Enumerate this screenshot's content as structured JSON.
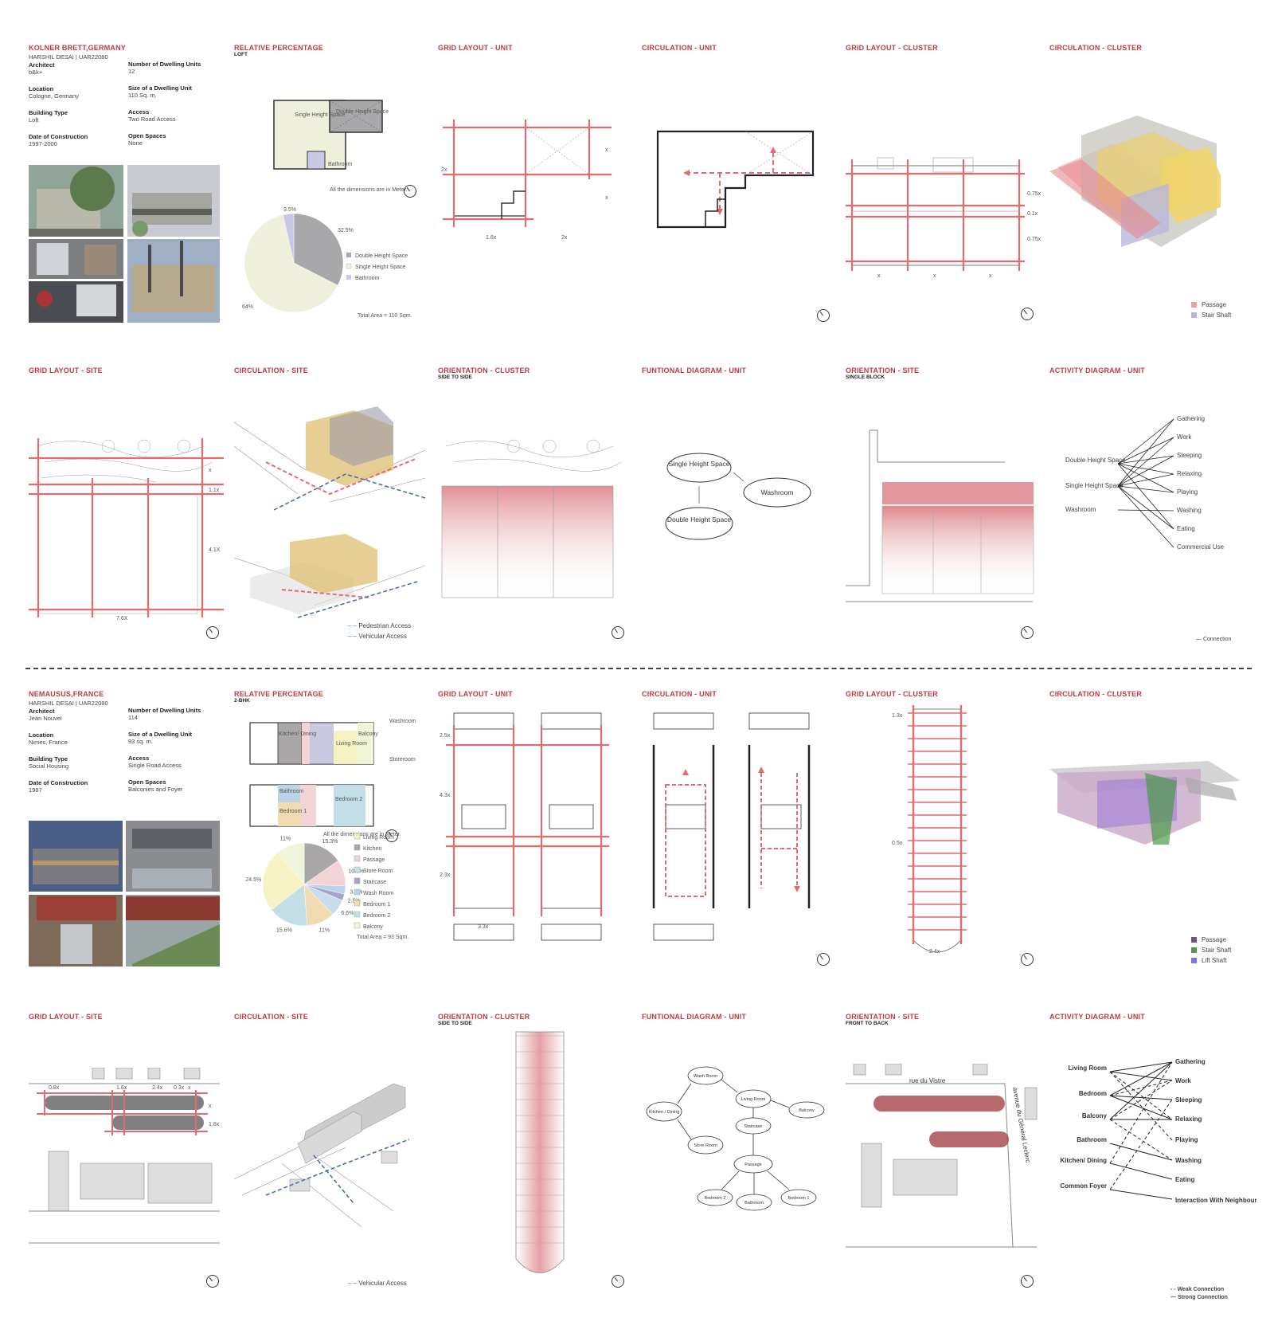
{
  "project1": {
    "title": "KOLNER BRETT,GERMANY",
    "author": "HARSHIL DESAI | UAR22080",
    "architect_label": "Architect",
    "architect": "b&k+",
    "location_label": "Location",
    "location": "Cologne, Germany",
    "building_type_label": "Building Type",
    "building_type": "Loft",
    "date_label": "Date of Construction",
    "date": "1997-2000",
    "units_label": "Number of Dwelling Units",
    "units": "12",
    "size_label": "Size of a Dwelling Unit",
    "size": "110 Sq. m.",
    "access_label": "Access",
    "access": "Two Road Access",
    "open_label": "Open Spaces",
    "open": "None",
    "panels": {
      "relative": "RELATIVE PERCENTAGE",
      "relative_sub": "LOFT",
      "grid_unit": "GRID LAYOUT - UNIT",
      "circ_unit": "CIRCULATION - UNIT",
      "grid_cluster": "GRID LAYOUT - CLUSTER",
      "circ_cluster": "CIRCULATION - CLUSTER",
      "grid_site": "GRID LAYOUT - SITE",
      "circ_site": "CIRCULATION - SITE",
      "orient_cluster": "ORIENTATION - CLUSTER",
      "orient_cluster_sub": "SIDE TO SIDE",
      "func": "FUNTIONAL DIAGRAM - UNIT",
      "orient_site": "ORIENTATION - SITE",
      "orient_site_sub": "SINGLE BLOCK",
      "activity": "ACTIVITY DIAGRAM - UNIT"
    },
    "plan_labels": {
      "single": "Single Height Space",
      "double": "Double Height Space",
      "bath": "Bathroom",
      "note": "All the dimensions are in Meter."
    },
    "pie": {
      "values": [
        32.5,
        64,
        3.5
      ],
      "labels": [
        "32.5%",
        "64%",
        "3.5%"
      ],
      "legend": [
        "Double Height Space",
        "Single Height Space",
        "Bathroom"
      ],
      "colors": [
        "#a8a8aa",
        "#eef0dc",
        "#c9c8e6"
      ],
      "total": "Total Area = 110 Sqm."
    },
    "grid_unit_dims": {
      "a": "1.6x",
      "b": "2x",
      "c": "2x",
      "d": "x",
      "e": "x"
    },
    "grid_cluster_dims": {
      "r1": "0.75x",
      "r2": "0.1x",
      "r3": "0.75x",
      "c": "x"
    },
    "circ_cluster_legend": [
      "Passage",
      "Stair Shaft"
    ],
    "grid_site_dims": {
      "w": "7.6X",
      "h1": "1.1x",
      "h2": "4.1X",
      "h0": "x"
    },
    "circ_site_legend": [
      "Pedestrian Access",
      "Vehicular Access"
    ],
    "func_nodes": [
      "Single Height Space",
      "Washroom",
      "Double Height Space"
    ],
    "activity_left": [
      "Double  Height Space",
      "Single  Height Space",
      "Washroom"
    ],
    "activity_right": [
      "Gathering",
      "Work",
      "Sleeping",
      "Relaxing",
      "Playing",
      "Washing",
      "Eating",
      "Commercial Use"
    ],
    "activity_legend": "Connection"
  },
  "project2": {
    "title": "NEMAUSUS,FRANCE",
    "author": "HARSHIL DESAI | UAR22080",
    "architect_label": "Architect",
    "architect": "Jean Nouvel",
    "location_label": "Location",
    "location": "Nimes, France",
    "building_type_label": "Building Type",
    "building_type": "Social Housing",
    "date_label": "Date of Construction",
    "date": "1987",
    "units_label": "Number of Dwelling Units",
    "units": "114",
    "size_label": "Size of a Dwelling Unit",
    "size": "93 sq. m.",
    "access_label": "Access",
    "access": "Single Road Access",
    "open_label": "Open Spaces",
    "open": "Balconies and Foyer",
    "panels": {
      "relative": "RELATIVE PERCENTAGE",
      "relative_sub": "2-BHK",
      "grid_unit": "GRID LAYOUT - UNIT",
      "circ_unit": "CIRCULATION - UNIT",
      "grid_cluster": "GRID LAYOUT - CLUSTER",
      "circ_cluster": "CIRCULATION - CLUSTER",
      "grid_site": "GRID LAYOUT - SITE",
      "circ_site": "CIRCULATION - SITE",
      "orient_cluster": "ORIENTATION - CLUSTER",
      "orient_cluster_sub": "SIDE TO SIDE",
      "func": "FUNTIONAL DIAGRAM - UNIT",
      "orient_site": "ORIENTATION - SITE",
      "orient_site_sub": "FRONT TO BACK",
      "activity": "ACTIVITY DIAGRAM - UNIT"
    },
    "plan_labels": {
      "kitchen": "Kitchen/ Dining",
      "living": "Living Room",
      "balcony": "Balcony",
      "washroom": "Washroom",
      "storeroom": "Storeroom",
      "bathroom": "Bathroom",
      "bedroom1": "Bedroom 1",
      "bedroom2": "Bedroom 2",
      "note": "All the dimensions are in Meter."
    },
    "pie": {
      "values": [
        15.3,
        10.3,
        3.2,
        2.5,
        6.6,
        11,
        15.6,
        24.5,
        11
      ],
      "labels": [
        "15.3%",
        "10.3%",
        "3.2%",
        "2.5%",
        "6.6%",
        "11%",
        "15.6%",
        "24.5%",
        "11%"
      ],
      "legend": [
        "Living Room",
        "Kitchen",
        "Passage",
        "Store Room",
        "Staircase",
        "Wash Room",
        "Bedroom 1",
        "Bedroom 2",
        "Balcony"
      ],
      "legend_colors": [
        "#f3eebd",
        "#a9a7a8",
        "#f2d3d6",
        "#c9dceb",
        "#a6a4c9",
        "#b8d4e6",
        "#f1dcb2",
        "#c2dfe8",
        "#eef5d8"
      ],
      "colors": [
        "#a9a7a8",
        "#f2d3d6",
        "#b8d4e6",
        "#a6a4c9",
        "#c9dceb",
        "#f1dcb2",
        "#c2dfe8",
        "#f6f2c4",
        "#eef5d8"
      ],
      "total": "Total Area = 93 Sqm."
    },
    "grid_unit_dims": {
      "a": "2.5x",
      "b": "4.3x",
      "c": "2.3x",
      "w": "3.3x"
    },
    "grid_cluster_dims": {
      "a": "1.3x",
      "b": "0.5x",
      "c": "2.4x"
    },
    "circ_cluster_legend": [
      "Passage",
      "Stair Shaft",
      "Lift Shaft"
    ],
    "grid_site_dims": {
      "a": "0.8x",
      "b": "1.6x",
      "c": "2.4x",
      "d": "0.3x",
      "e": "x",
      "f": "x",
      "g": "1.8x"
    },
    "circ_site_legend": [
      "Vehicular Access"
    ],
    "func_nodes": [
      "Wash Room",
      "Living Room",
      "Kitchen / Dining",
      "Balcony",
      "Staircase",
      "Store Room",
      "Passage",
      "Bedroom 2",
      "Bathroom",
      "Bedroom 1"
    ],
    "street1": "rue du Vistre",
    "street2": "avenue du Général Leclerc",
    "activity_left": [
      "Living Room",
      "Bedroom",
      "Balcony",
      "Bathroom",
      "Kitchen/ Dining",
      "Common Foyer"
    ],
    "activity_right": [
      "Gathering",
      "Work",
      "Sleeping",
      "Relaxing",
      "Playing",
      "Washing",
      "Eating",
      "Interaction With Neighbour"
    ],
    "activity_legend": [
      "Weak Connection",
      "Strong Connection"
    ]
  },
  "colors": {
    "accent": "#c23a40",
    "grid_red": "#e46a6e",
    "passage": "#e8a0a4",
    "stair": "#b6b4d8",
    "stair2": "#4c9a4a",
    "lift": "#7a78d6",
    "passage2": "#6a5a78"
  }
}
